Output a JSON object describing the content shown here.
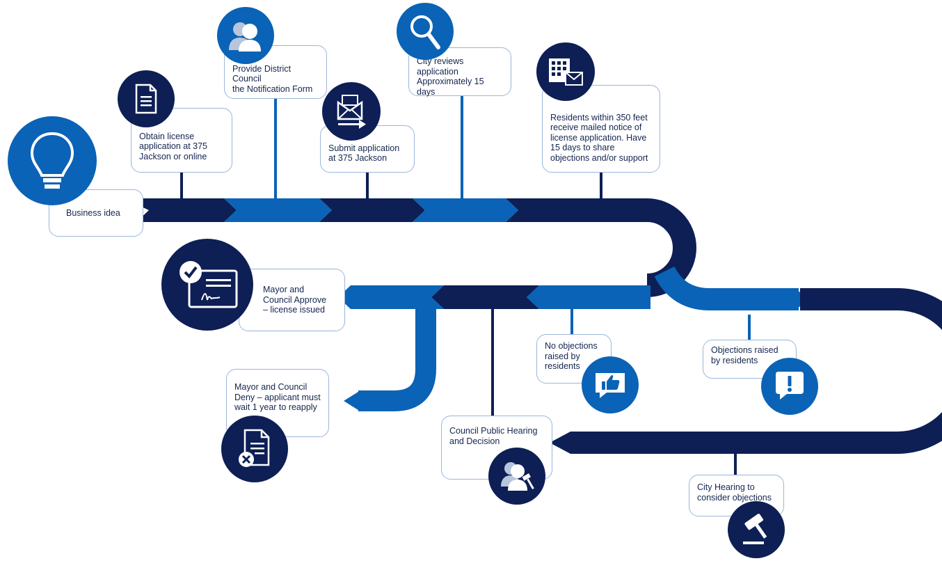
{
  "colors": {
    "navy": "#0d1f55",
    "blue": "#0a63b6",
    "card_border": "#9ab6da",
    "text": "#14254f"
  },
  "steps": {
    "business_idea": {
      "lines": [
        "Business idea"
      ],
      "icon": "lightbulb-icon"
    },
    "obtain_license": {
      "lines": [
        "Obtain license",
        "application at 375",
        "Jackson or online"
      ],
      "icon": "document-icon"
    },
    "provide_form": {
      "lines": [
        "Provide District Council",
        "the Notification Form"
      ],
      "icon": "people-icon"
    },
    "submit_application": {
      "lines": [
        "Submit application",
        "at 375 Jackson"
      ],
      "icon": "mail-send-icon"
    },
    "city_reviews": {
      "lines": [
        "City reviews application",
        "Approximately 15 days"
      ],
      "icon": "magnifier-icon"
    },
    "residents_notice": {
      "lines": [
        "Residents within 350 feet",
        "receive mailed notice of",
        "license application. Have",
        "15 days to share",
        "objections and/or support"
      ],
      "icon": "building-mail-icon"
    },
    "no_objections": {
      "lines": [
        "No objections",
        "raised by",
        "residents"
      ],
      "icon": "thumbs-up-icon"
    },
    "objections_raised": {
      "lines": [
        "Objections raised",
        "by residents"
      ],
      "icon": "exclamation-icon"
    },
    "city_hearing": {
      "lines": [
        "City Hearing to",
        "consider objections"
      ],
      "icon": "gavel-icon"
    },
    "council_hearing": {
      "lines": [
        "Council Public Hearing",
        "and Decision"
      ],
      "icon": "people-gavel-icon"
    },
    "approve": {
      "lines": [
        "Mayor and",
        "Council Approve",
        "– license issued"
      ],
      "icon": "certificate-icon"
    },
    "deny": {
      "lines": [
        "Mayor and Council",
        "Deny – applicant must",
        "wait 1 year to reapply"
      ],
      "icon": "document-reject-icon"
    }
  }
}
